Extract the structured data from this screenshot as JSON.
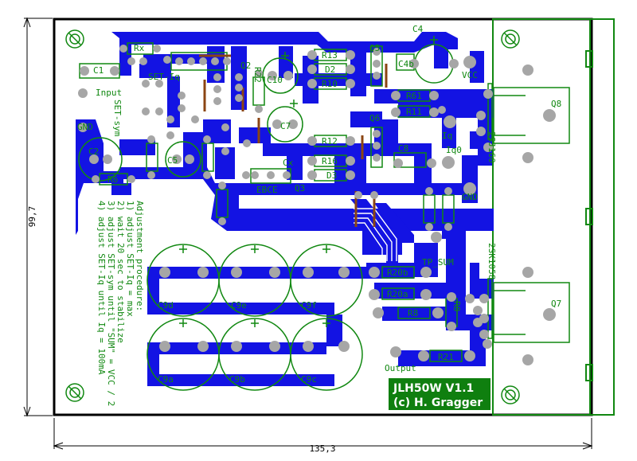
{
  "dimensions": {
    "width_label": "135,3",
    "height_label": "99,7"
  },
  "title_lines": [
    "JLH50W V1.1",
    "(c) H. Gragger"
  ],
  "procedure": {
    "heading": "Adjustment procedure:",
    "steps": [
      "1) adjust SET-Iq = max",
      "2) wait 20 sec to stabilize",
      "3) adjust SET-sym until \"SUM\" = VCC / 2",
      "4) adjust SET-Iq until Iq = 100mA"
    ]
  },
  "labels": {
    "rx": "Rx",
    "c1": "C1",
    "input": "Input",
    "gnd_in": "GND",
    "set_iq": "SET-Iq",
    "set_sym": "SET-sym",
    "q2": "Q2",
    "r22": "R22",
    "c10": "C10",
    "c7": "C7",
    "c2": "C2",
    "c5": "C5",
    "r6": "R6",
    "r13": "R13",
    "d2": "D2",
    "r10": "R10",
    "q5": "Q5",
    "c4": "C4",
    "c4b": "C4b",
    "vcc": "VCC",
    "r61": "R61",
    "r11": "R11",
    "r12": "R12",
    "r16": "R16",
    "d3": "D3",
    "q6": "Q6",
    "c8": "C8",
    "iq": "Iq",
    "iqq": "Iq0",
    "q8": "Q8",
    "q7": "Q7",
    "tr1": "2SJ160",
    "tr2": "2SK1058",
    "gnd": "GND",
    "cx": "Cx",
    "q3": "Q3",
    "ebce": "EBCE",
    "tp_sum": "TP_SUM",
    "r20a": "R20a",
    "r20b": "R20b",
    "r8": "R8",
    "r21": "R21",
    "output": "Output",
    "c9a": "C9a",
    "c9b": "C9b",
    "c9c": "C9c",
    "c9d": "C9d",
    "c9e": "C9e",
    "c9f": "C9f"
  },
  "colors": {
    "trace": "#1313e3",
    "silk": "#118811",
    "pad": "#a6a6a6",
    "outline": "#000000",
    "title_bg": "#0f7f0f"
  }
}
